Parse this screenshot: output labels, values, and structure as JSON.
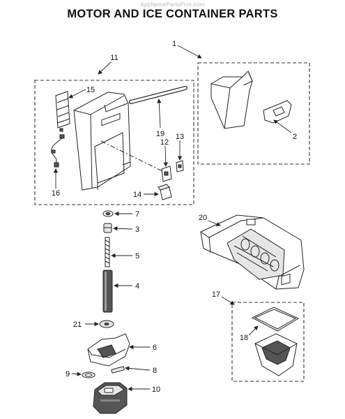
{
  "header": {
    "watermark": "AppliancePartsPros.com",
    "title": "MOTOR AND ICE CONTAINER PARTS"
  },
  "callouts": [
    {
      "id": "c1",
      "label": "1"
    },
    {
      "id": "c2",
      "label": "2"
    },
    {
      "id": "c3",
      "label": "3"
    },
    {
      "id": "c4",
      "label": "4"
    },
    {
      "id": "c5",
      "label": "5"
    },
    {
      "id": "c6",
      "label": "6"
    },
    {
      "id": "c7",
      "label": "7"
    },
    {
      "id": "c8",
      "label": "8"
    },
    {
      "id": "c9",
      "label": "9"
    },
    {
      "id": "c10",
      "label": "10"
    },
    {
      "id": "c11",
      "label": "11"
    },
    {
      "id": "c12",
      "label": "12"
    },
    {
      "id": "c13",
      "label": "13"
    },
    {
      "id": "c14",
      "label": "14"
    },
    {
      "id": "c15",
      "label": "15"
    },
    {
      "id": "c16",
      "label": "16"
    },
    {
      "id": "c17",
      "label": "17"
    },
    {
      "id": "c18",
      "label": "18"
    },
    {
      "id": "c19",
      "label": "19"
    },
    {
      "id": "c20",
      "label": "20"
    },
    {
      "id": "c21",
      "label": "21"
    }
  ]
}
